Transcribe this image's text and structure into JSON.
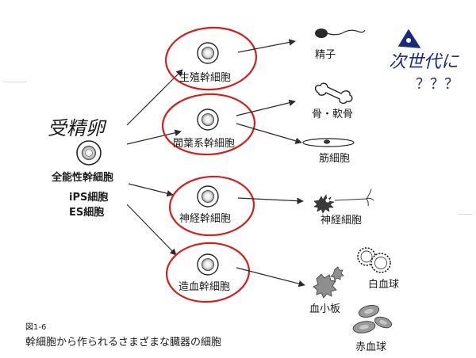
{
  "colors": {
    "ink": "#1b1b1b",
    "highlight_circle": "#d61c1c",
    "handwriting_blue": "#1c2a7a",
    "cell_gray": "#7d7d7d"
  },
  "annotations": {
    "fertilized_egg": "受精卵",
    "next_gen": "次世代に",
    "question": "？？？"
  },
  "left_column": {
    "totipotent": "全能性幹細胞",
    "ips": "iPS細胞",
    "es": "ES細胞"
  },
  "stem_cells": [
    {
      "label": "生殖幹細胞"
    },
    {
      "label": "間葉系幹細胞"
    },
    {
      "label": "神経幹細胞"
    },
    {
      "label": "造血幹細胞"
    }
  ],
  "products": {
    "sperm": "精子",
    "bone_cartilage": "骨・軟骨",
    "muscle": "筋細胞",
    "nerve": "神経細胞",
    "wbc": "白血球",
    "platelet": "血小板",
    "rbc": "赤血球"
  },
  "caption": {
    "figure_no": "図1-6",
    "text": "幹細胞から作られるさまざまな臓器の細胞"
  }
}
